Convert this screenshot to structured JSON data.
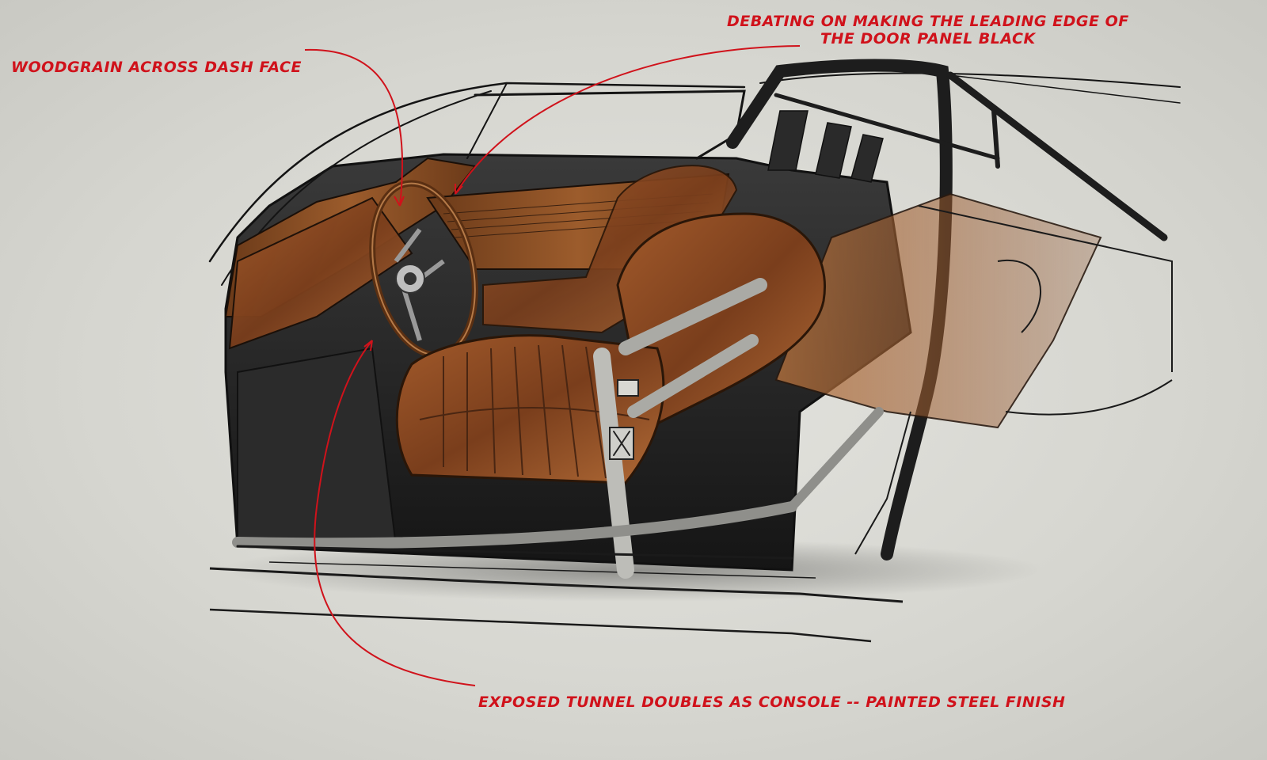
{
  "annotations": {
    "dash": "Woodgrain across dash face",
    "door_line1": "Debating on making the leading edge of",
    "door_line2": "the door panel black",
    "tunnel": "Exposed tunnel doubles as console -- painted steel finish"
  },
  "colors": {
    "annotation": "#d0121b",
    "leather": "#8a4a22",
    "steel": "#9a9a96",
    "ink": "#1c1c1c",
    "paper": "#d7d7d2"
  }
}
